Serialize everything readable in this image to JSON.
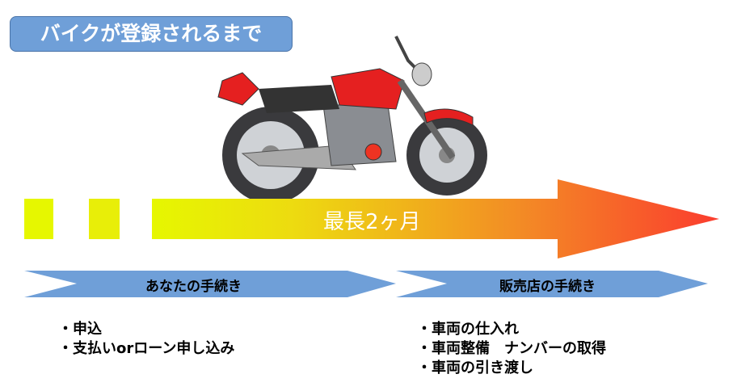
{
  "title": "バイクが登録されるまで",
  "timeline": {
    "label": "最長2ヶ月"
  },
  "phases": [
    {
      "label": "あなたの手続き",
      "items": [
        "・申込",
        "・支払いorローン申し込み"
      ]
    },
    {
      "label": "販売店の手続き",
      "items": [
        "・車両の仕入れ",
        "・車両整備　ナンバーの取得",
        "・車両の引き渡し"
      ]
    }
  ]
}
